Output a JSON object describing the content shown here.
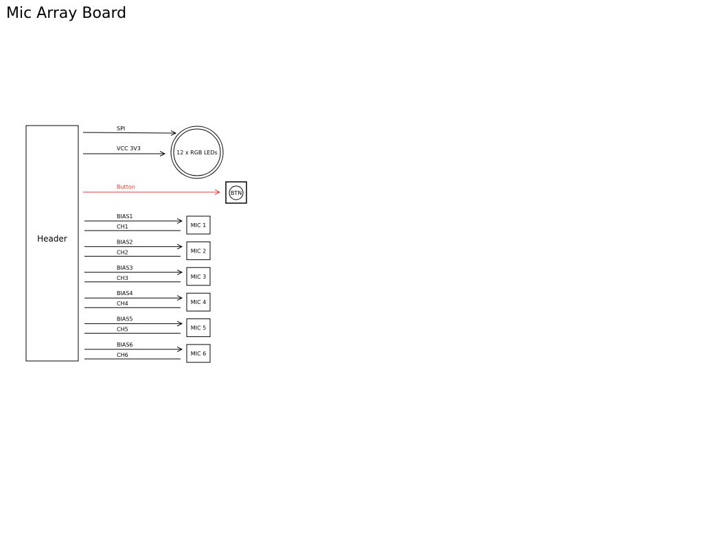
{
  "title": "Mic Array Board",
  "header_label": "Header",
  "led_ring": {
    "label": "12 x RGB LEDs",
    "signals": [
      "SPI",
      "VCC 3V3"
    ]
  },
  "button": {
    "label": "BTN",
    "signal": "Button",
    "color": "#e53935"
  },
  "mics": [
    {
      "label": "MIC 1",
      "bias": "BIAS1",
      "ch": "CH1"
    },
    {
      "label": "MIC 2",
      "bias": "BIAS2",
      "ch": "CH2"
    },
    {
      "label": "MIC 3",
      "bias": "BIAS3",
      "ch": "CH3"
    },
    {
      "label": "MIC 4",
      "bias": "BIAS4",
      "ch": "CH4"
    },
    {
      "label": "MIC 5",
      "bias": "BIAS5",
      "ch": "CH5"
    },
    {
      "label": "MIC 6",
      "bias": "BIAS6",
      "ch": "CH6"
    }
  ],
  "colors": {
    "line": "#000000",
    "button": "#e53935"
  }
}
